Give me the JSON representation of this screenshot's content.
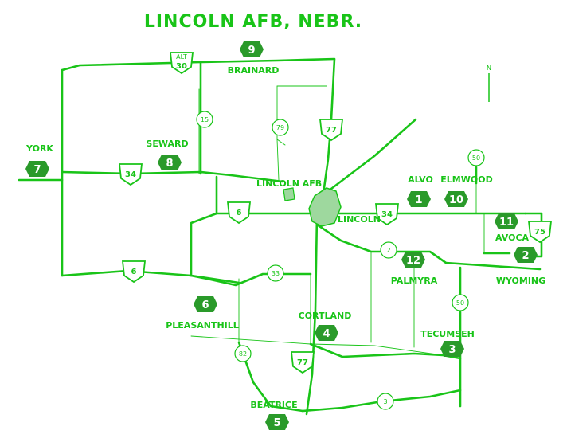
{
  "title": "LINCOLN AFB, NEBR.",
  "colors": {
    "ink": "#19c418",
    "fill": "#2a9a2a",
    "base": "#9ed89e"
  },
  "compass": {
    "label": "N",
    "icon": "north-arrow-icon"
  },
  "places": {
    "york": "YORK",
    "seward": "SEWARD",
    "brainard": "BRAINARD",
    "lincoln_afb": "LINCOLN AFB",
    "lincoln": "LINCOLN",
    "alvo": "ALVO",
    "elmwood": "ELMWOOD",
    "avoca": "AVOCA",
    "wyoming": "WYOMING",
    "palmyra": "PALMYRA",
    "tecumseh": "TECUMSEH",
    "cortland": "CORTLAND",
    "pleasanthill": "PLEASANTHILL",
    "beatrice": "BEATRICE"
  },
  "site_numbers": {
    "york": "7",
    "seward": "8",
    "brainard": "9",
    "alvo": "1",
    "elmwood": "10",
    "avoca": "11",
    "wyoming": "2",
    "palmyra": "12",
    "tecumseh": "3",
    "cortland": "4",
    "pleasanthill": "6",
    "beatrice": "5"
  },
  "shields": {
    "alt30_top": "ALT",
    "alt30_num": "30",
    "hwy34_west": "34",
    "hwy34_east": "34",
    "hwy6_north": "6",
    "hwy6_south": "6",
    "hwy77_north": "77",
    "hwy77_south": "77",
    "hwy75": "75"
  },
  "route_markers": {
    "r15": "15",
    "r79": "79",
    "r50_north": "50",
    "r50_south": "50",
    "r2": "2",
    "r33": "33",
    "r82": "82",
    "r3": "3"
  }
}
